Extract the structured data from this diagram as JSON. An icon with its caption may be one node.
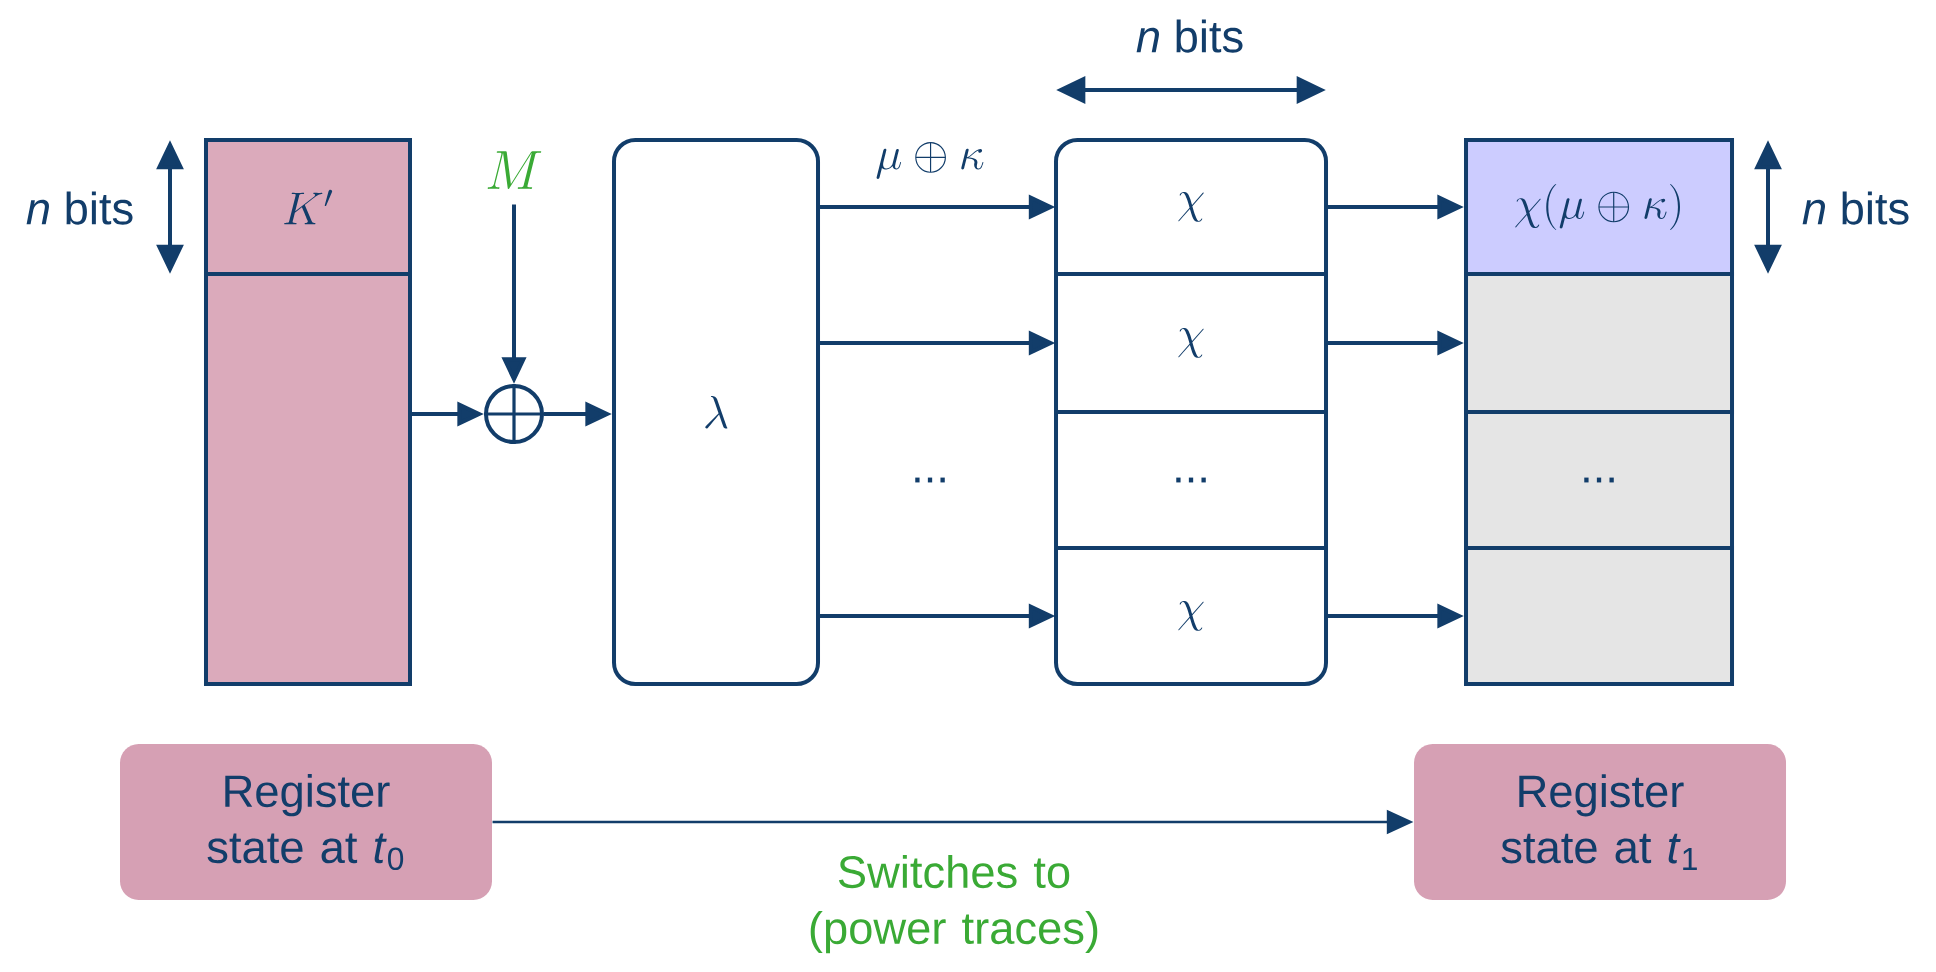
{
  "diagram": {
    "nodes": [
      {
        "text": [
          "K'"
        ]
      },
      {
        "text": [],
        "shape": "box"
      },
      {
        "text": [
          "M"
        ]
      },
      {
        "text": [],
        "shape": "circle"
      },
      {
        "text": [
          "\\lambda"
        ]
      },
      {
        "text": [],
        "shape": "box"
      },
      {
        "text": [
          "\\chi"
        ],
        "in": 5
      },
      {
        "text": [
          "\\chi"
        ],
        "in": 5
      },
      {
        "text": [
          "..."
        ],
        "in": 5
      },
      {
        "text": [
          "\\chi"
        ],
        "in": 5
      },
      {
        "text": [
          "\\chi(\\mu \\oplus \\kappa)"
        ]
      },
      {
        "text": [],
        "shape": "box"
      },
      {
        "text": [
          "..."
        ]
      },
      {
        "text": [],
        "shape": "box"
      },
      {
        "text": [
          "Register state at *t*$_{0}$"
        ]
      },
      {
        "text": [
          "Register state at *t*$_{1}$"
        ]
      }
    ],
    "edges": [
      {
        "from": 1,
        "to": 3,
        "arrow": "to"
      },
      {
        "from": 2,
        "to": 3,
        "arrow": "to"
      },
      {
        "from": 3,
        "to": 4,
        "arrow": "to"
      },
      {
        "from": 4,
        "to": 6,
        "arrow": "to",
        "label": "\\mu \\oplus \\kappa"
      },
      {
        "from": 4,
        "to": 7,
        "arrow": "to"
      },
      {
        "from": 4,
        "to": 9,
        "arrow": "to"
      },
      {
        "from": 6,
        "to": 10,
        "arrow": "to"
      },
      {
        "from": 7,
        "to": 11,
        "arrow": "to"
      },
      {
        "from": 9,
        "to": 13,
        "arrow": "to"
      },
      {
        "from": 14,
        "to": 15,
        "arrow": "to",
        "label": "Switches to (power traces)"
      }
    ],
    "labels": [
      "*n* bits",
      "*n* bits",
      "*n* bits",
      "..."
    ]
  }
}
